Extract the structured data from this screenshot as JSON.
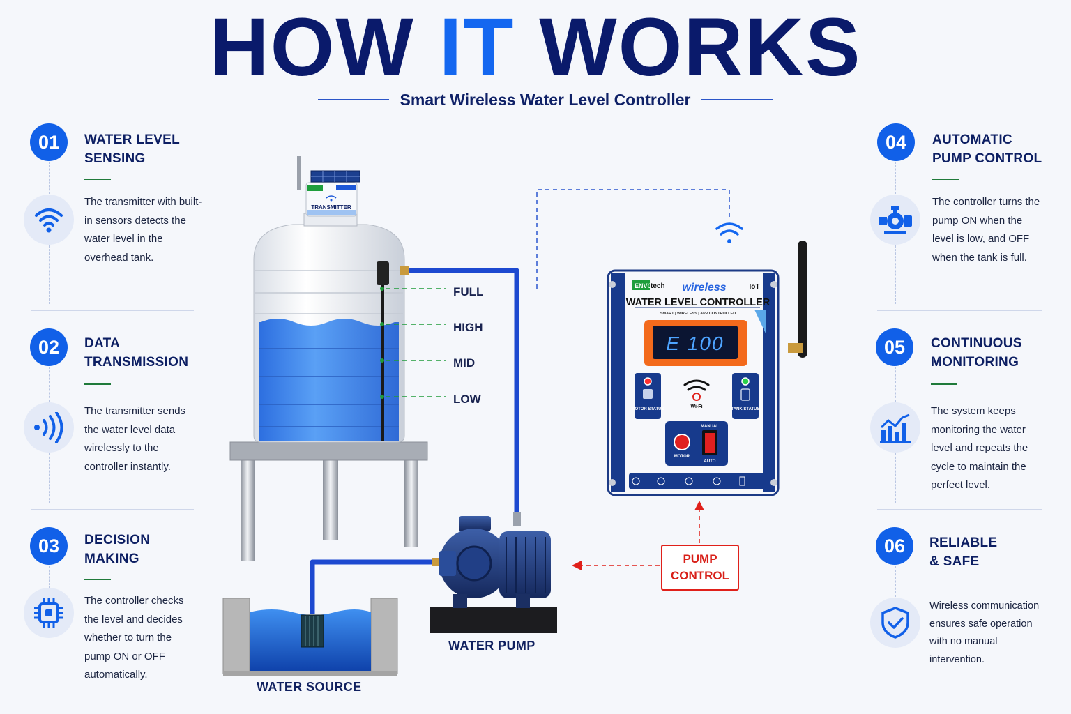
{
  "header": {
    "title_part1": "HOW ",
    "title_accent": "IT",
    "title_part2": " WORKS",
    "subtitle": "Smart Wireless Water Level Controller"
  },
  "steps": [
    {
      "num": "01",
      "title": "WATER LEVEL\nSENSING",
      "icon": "wifi-icon",
      "text": "The transmitter with built-in sensors detects the water level in the overhead tank."
    },
    {
      "num": "02",
      "title": "DATA\nTRANSMISSION",
      "icon": "signal-waves-icon",
      "text": "The transmitter sends the water level data wirelessly to the controller instantly."
    },
    {
      "num": "03",
      "title": "DECISION\nMAKING",
      "icon": "chip-icon",
      "text": "The controller checks the level and decides whether to turn the pump ON or OFF automatically."
    },
    {
      "num": "04",
      "title": "AUTOMATIC\nPUMP CONTROL",
      "icon": "pump-icon",
      "text": "The controller turns the pump ON when the level is low, and OFF when the tank is full."
    },
    {
      "num": "05",
      "title": "CONTINUOUS\nMONITORING",
      "icon": "bar-chart-icon",
      "text": "The system keeps monitoring the water level and repeats the cycle to maintain the perfect level."
    },
    {
      "num": "06",
      "title": "RELIABLE\n& SAFE",
      "icon": "shield-check-icon",
      "text": "Wireless communication ensures safe operation with no manual intervention."
    }
  ],
  "diagram": {
    "levels": [
      "FULL",
      "HIGH",
      "MID",
      "LOW"
    ],
    "transmitter_label": "TRANSMITTER",
    "water_pump_label": "WATER PUMP",
    "water_source_label": "WATER SOURCE",
    "pump_control_line1": "PUMP",
    "pump_control_line2": "CONTROL"
  },
  "controller": {
    "brand_left": "ENVO",
    "brand_right": "tech",
    "wireless_label": "wireless",
    "iot_label": "IoT",
    "title": "WATER LEVEL CONTROLLER",
    "tagline": "SMART | WIRELESS | APP CONTROLLED",
    "display_value": "E 100",
    "motor_status": "MOTOR STATUS",
    "tank_status": "TANK STATUS",
    "wifi_label": "Wi-Fi",
    "motor_label": "MOTOR",
    "manual_label": "MANUAL",
    "auto_label": "AUTO"
  },
  "colors": {
    "primary_navy": "#0a1a6b",
    "accent_blue": "#1467f0",
    "step_circle": "#1160e8",
    "rule_green": "#1f7a3a",
    "alert_red": "#e0201a",
    "display_orange": "#f36a1c"
  }
}
